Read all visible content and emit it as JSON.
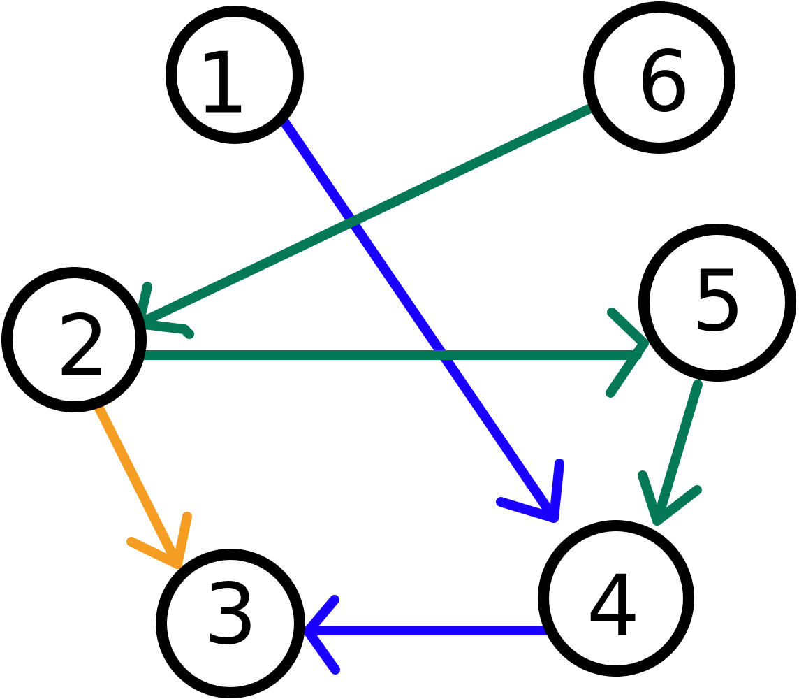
{
  "colors": {
    "node_stroke": "#000000",
    "node_fill": "#ffffff",
    "blue": "#1a00ff",
    "green": "#047857",
    "orange": "#f59e23"
  },
  "nodes": [
    {
      "id": "1",
      "label": "1"
    },
    {
      "id": "2",
      "label": "2"
    },
    {
      "id": "3",
      "label": "3"
    },
    {
      "id": "4",
      "label": "4"
    },
    {
      "id": "5",
      "label": "5"
    },
    {
      "id": "6",
      "label": "6"
    }
  ],
  "edges": [
    {
      "from": "1",
      "to": "4",
      "color": "blue"
    },
    {
      "from": "6",
      "to": "2",
      "color": "green"
    },
    {
      "from": "2",
      "to": "5",
      "color": "green"
    },
    {
      "from": "2",
      "to": "3",
      "color": "orange"
    },
    {
      "from": "5",
      "to": "4",
      "color": "green"
    },
    {
      "from": "4",
      "to": "3",
      "color": "blue"
    }
  ]
}
